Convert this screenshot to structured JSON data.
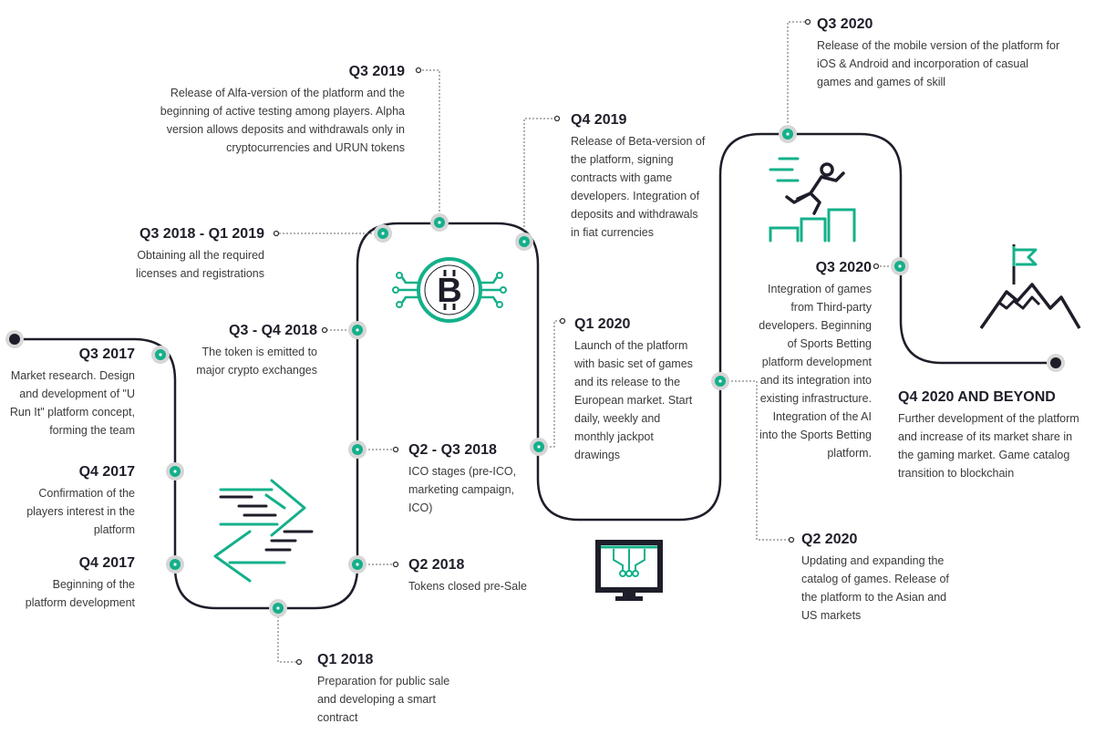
{
  "milestones": {
    "q3_2017": {
      "title": "Q3 2017",
      "desc": "Market research. Design and development of \"U Run It\" platform concept, forming the team"
    },
    "q4_2017_a": {
      "title": "Q4 2017",
      "desc": "Confirmation of the players interest in the platform"
    },
    "q4_2017_b": {
      "title": "Q4 2017",
      "desc": "Beginning of the platform development"
    },
    "q1_2018": {
      "title": "Q1 2018",
      "desc": "Preparation for public sale and developing a smart contract"
    },
    "q2_2018": {
      "title": "Q2 2018",
      "desc": "Tokens closed pre-Sale"
    },
    "q2_q3_2018": {
      "title": "Q2 - Q3 2018",
      "desc": "ICO stages (pre-ICO, marketing campaign, ICO)"
    },
    "q3_q4_2018": {
      "title": "Q3 - Q4 2018",
      "desc": "The token is emitted to major crypto exchanges"
    },
    "q3_2018_q1_2019": {
      "title": "Q3 2018 - Q1 2019",
      "desc": "Obtaining all the required licenses and registrations"
    },
    "q3_2019": {
      "title": "Q3 2019",
      "desc": "Release of Alfa-version of the platform and the beginning of active testing among players. Alpha version allows deposits and withdrawals only in cryptocurrencies and URUN tokens"
    },
    "q4_2019": {
      "title": "Q4 2019",
      "desc": "Release of Beta-version of the platform, signing contracts with game developers. Integration of deposits and withdrawals in fiat currencies"
    },
    "q1_2020": {
      "title": "Q1 2020",
      "desc": "Launch of the platform with basic set of games and its release to the European market. Start daily, weekly and monthly jackpot drawings"
    },
    "q2_2020": {
      "title": "Q2 2020",
      "desc": "Updating and expanding the catalog of games. Release of the platform to the Asian and US markets"
    },
    "q3_2020_a": {
      "title": "Q3 2020",
      "desc": "Integration of games from Third-party developers. Beginning of Sports Betting platform development and its integration into existing infrastructure. Integration of the AI into the Sports Betting platform."
    },
    "q3_2020_b": {
      "title": "Q3 2020",
      "desc": "Release of the mobile version of the platform for iOS & Android and incorporation of casual games and games of skill"
    },
    "q4_2020_beyond": {
      "title": "Q4 2020 AND BEYOND",
      "desc": "Further development of the platform and increase of its market share in the gaming market. Game catalog transition to blockchain"
    }
  },
  "icons": [
    "exchange-arrows-icon",
    "bitcoin-network-icon",
    "monitor-circuit-icon",
    "runner-hurdles-icon",
    "mountain-flag-icon"
  ],
  "colors": {
    "accent": "#14b08a",
    "path": "#1e1e2a",
    "text": "#3a3a3a",
    "title": "#1e1e2a"
  }
}
